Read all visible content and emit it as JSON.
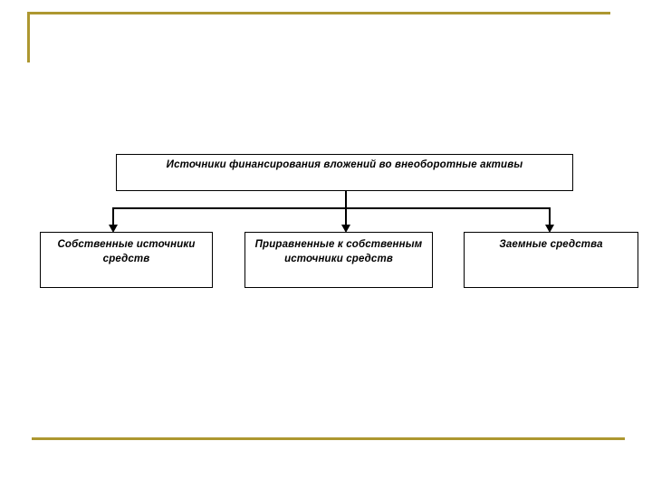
{
  "slide": {
    "background_color": "#ffffff",
    "accent_color": "#ad9730",
    "line_color": "#000000"
  },
  "diagram": {
    "type": "hierarchy",
    "root": {
      "label": "Источники финансирования вложений во внеоборотные активы"
    },
    "children": [
      {
        "label": "Собственные источники средств"
      },
      {
        "label": "Приравненные к собственным источники средств"
      },
      {
        "label": "Заемные средства"
      }
    ]
  }
}
